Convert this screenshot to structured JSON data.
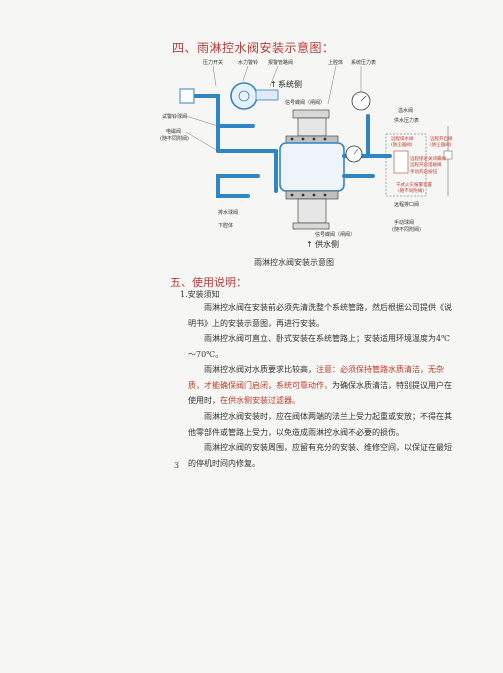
{
  "section4_title": "四、雨淋控水阀安装示意图：",
  "diagram": {
    "labels_top": [
      "压力开关",
      "水力警铃",
      "报警管路阀",
      "上腔体",
      "系统压力表"
    ],
    "label_system_side": "系统侧",
    "label_signal_valve_top": "信号蝶阀（闸阀）",
    "labels_left": [
      "试警铃球阀",
      "电磁阀",
      "(随不同附阀)"
    ],
    "labels_right": [
      "溢水阀",
      "供水压力表",
      "远程排水阀",
      "(防尘器阀)",
      "远程开启阀",
      "(防尘器阀)",
      "远程接近关闭蝶阀",
      "远程开启电磁阀",
      "手动开启按钮",
      "干式火灾报警装置",
      "(随不同附阀)",
      "远程排口阀",
      "手动球阀",
      "(随不同附阀)"
    ],
    "labels_bottom": [
      "排水球阀",
      "下腔体",
      "信号蝶阀（闸阀）"
    ],
    "label_supply_side": "供水侧"
  },
  "caption": "雨淋控水阀安装示意图",
  "section5_title": "五、使用说明：",
  "sub1": "1.安装须知",
  "p1": "雨淋控水阀在安装前必须先清洗整个系统管路，然后根据公司提供《说明书》上的安装示意图，再进行安装。",
  "p2": "雨淋控水阀可直立、卧式安装在系统管路上；安装适用环境温度为4℃～70℃。",
  "p3_a": "雨淋控水阀对水质要求比较高，",
  "p3_red1": "注意：必须保持管路水质清洁，无杂质，才能确保阀门启闭，系统可靠动作，",
  "p3_b": "为确保水质清洁，特别提议用户在使用时，",
  "p3_red2": "在供水侧安装过滤器。",
  "p4": "雨淋控水阀安装时，应在阀体两端的法兰上受力起重或安放；不得在其他零部件或管路上受力，以免造成雨淋控水阀不必要的损伤。",
  "p5": "雨淋控水阀的安装周围，应留有充分的安装、维修空间，以保证在最短的停机时间内修复。",
  "page_number": "3",
  "colors": {
    "heading": "#b83a3a",
    "pipe": "#2f86c7",
    "body": "#333333"
  }
}
